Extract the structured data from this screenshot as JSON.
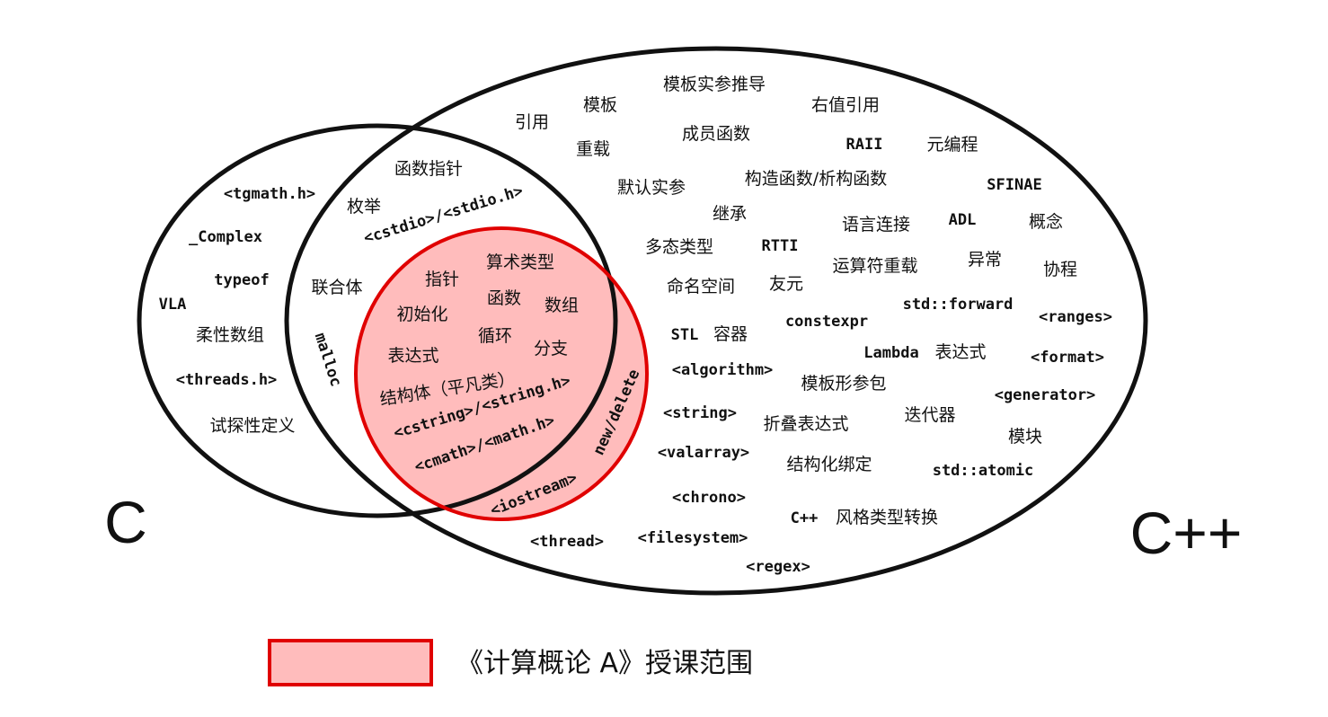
{
  "sets": {
    "c_label": "C",
    "cpp_label": "C++"
  },
  "legend": {
    "text": "《计算概论 A》授课范围",
    "swatch_fill": "#ffbcbc",
    "swatch_stroke": "#e00000"
  },
  "colors": {
    "outline": "#111111",
    "course_fill": "#ffbcbc",
    "course_stroke": "#e00000"
  },
  "c_only": {
    "tgmath": "<tgmath.h>",
    "complex": "_Complex",
    "typeof": "typeof",
    "vla": "VLA",
    "flexible_array": "柔性数组",
    "threads": "<threads.h>",
    "tentative_def": "试探性定义"
  },
  "c_and_cpp": {
    "func_ptr": "函数指针",
    "enum": "枚举",
    "cstdio": "<cstdio>/<stdio.h>",
    "union": "联合体",
    "malloc": "malloc"
  },
  "course": {
    "arith_types": "算术类型",
    "pointer": "指针",
    "function": "函数",
    "init": "初始化",
    "array": "数组",
    "loop": "循环",
    "expression": "表达式",
    "branch": "分支",
    "struct": "结构体（平凡类）",
    "cstring": "<cstring>/<string.h>",
    "cmath": "<cmath>/<math.h>",
    "iostream": "<iostream>",
    "new_delete": "new/delete"
  },
  "cpp_only": {
    "tmpl_arg_deduction": "模板实参推导",
    "template": "模板",
    "reference": "引用",
    "rvalue_ref": "右值引用",
    "overload": "重载",
    "member_func": "成员函数",
    "raii": "RAII",
    "metaprog": "元编程",
    "default_arg": "默认实参",
    "ctor_dtor": "构造函数/析构函数",
    "sfinae": "SFINAE",
    "inheritance": "继承",
    "linkage": "语言连接",
    "adl": "ADL",
    "concept": "概念",
    "polymorphic": "多态类型",
    "rtti": "RTTI",
    "op_overload": "运算符重载",
    "exception": "异常",
    "coroutine": "协程",
    "namespace": "命名空间",
    "friend": "友元",
    "std_forward": "std::forward",
    "ranges": "<ranges>",
    "constexpr": "constexpr",
    "stl_prefix": "STL",
    "stl_container": "容器",
    "lambda_prefix": "Lambda",
    "lambda_suffix": "表达式",
    "format": "<format>",
    "algorithm": "<algorithm>",
    "param_pack": "模板形参包",
    "generator": "<generator>",
    "string": "<string>",
    "fold_expr": "折叠表达式",
    "iterator": "迭代器",
    "module": "模块",
    "valarray": "<valarray>",
    "structured_binding": "结构化绑定",
    "atomic": "std::atomic",
    "chrono": "<chrono>",
    "cpp_prefix": "C++",
    "cast_style": "风格类型转换",
    "thread": "<thread>",
    "filesystem": "<filesystem>",
    "regex": "<regex>"
  }
}
